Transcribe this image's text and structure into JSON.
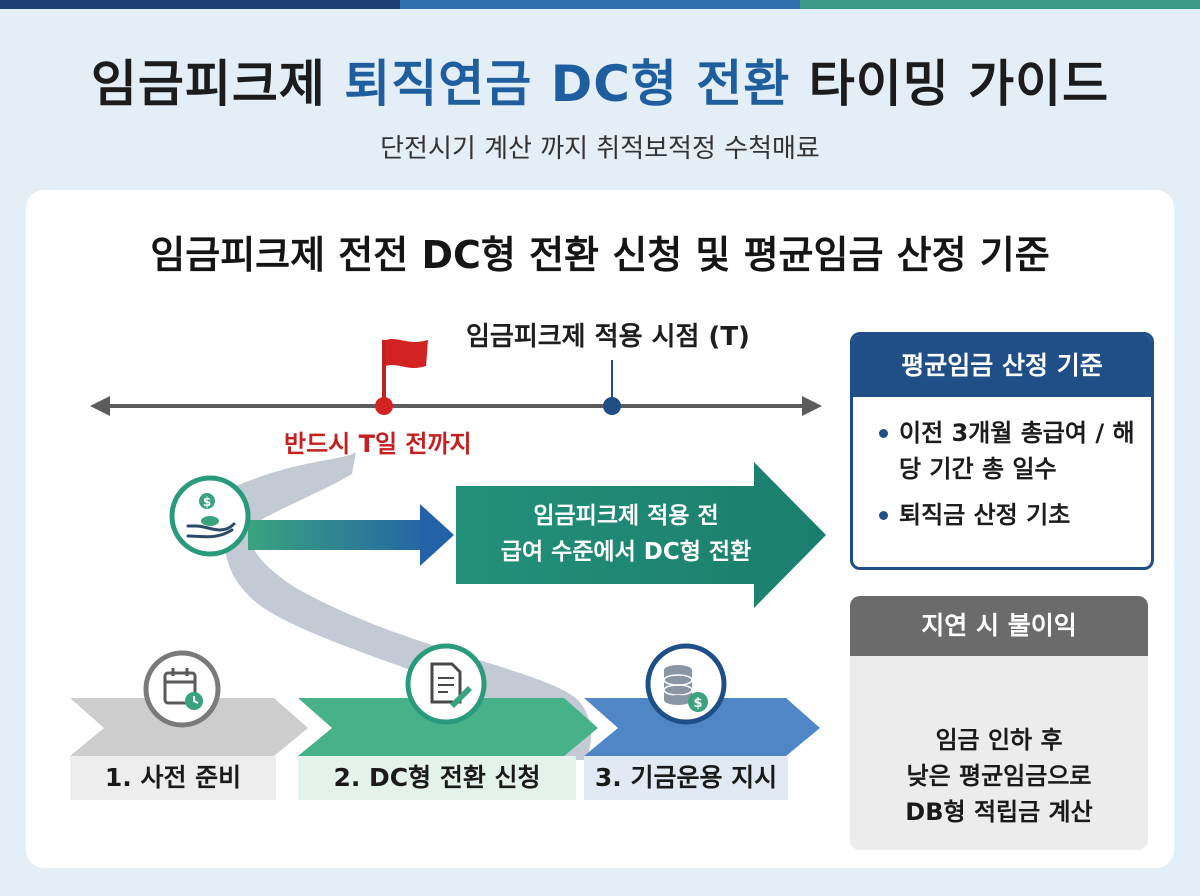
{
  "header": {
    "title_part1": "임금피크제 ",
    "title_highlight": "퇴직연금 DC형 전환",
    "title_part2": " 타이밍 가이드",
    "subtitle": "단전시기 계산 까지 취적보적정 수척매료"
  },
  "card": {
    "title": "임금피크제 전전 DC형 전환 신청 및 평균임금 산정 기준"
  },
  "timeline": {
    "t_label": "임금피크제 적용 시점 (T)",
    "deadline_label": "반드시 T일 전까지"
  },
  "arrow": {
    "line1": "임금피크제 적용 전",
    "line2": "급여 수준에서 DC형 전환"
  },
  "steps": [
    {
      "label": "1. 사전 준비",
      "icon": "calendar-clock-icon"
    },
    {
      "label": "2. DC형 전환 신청",
      "icon": "document-pen-icon"
    },
    {
      "label": "3. 기금운용 지시",
      "icon": "coin-stack-icon"
    }
  ],
  "panel_criteria": {
    "title": "평균임금 산정 기준",
    "items": [
      "이전 3개월 총급여 / 해당 기간 총 일수",
      "퇴직금 산정 기초"
    ]
  },
  "panel_delay": {
    "title": "지연 시 불이익",
    "line1": "임금 인하 후",
    "line2": "낮은 평균임금으로",
    "line3": "DB형 적립금 계산"
  },
  "colors": {
    "navy": "#1f4f86",
    "teal": "#1f8a73",
    "red": "#d32222",
    "gray_header": "#6b6b6b"
  }
}
